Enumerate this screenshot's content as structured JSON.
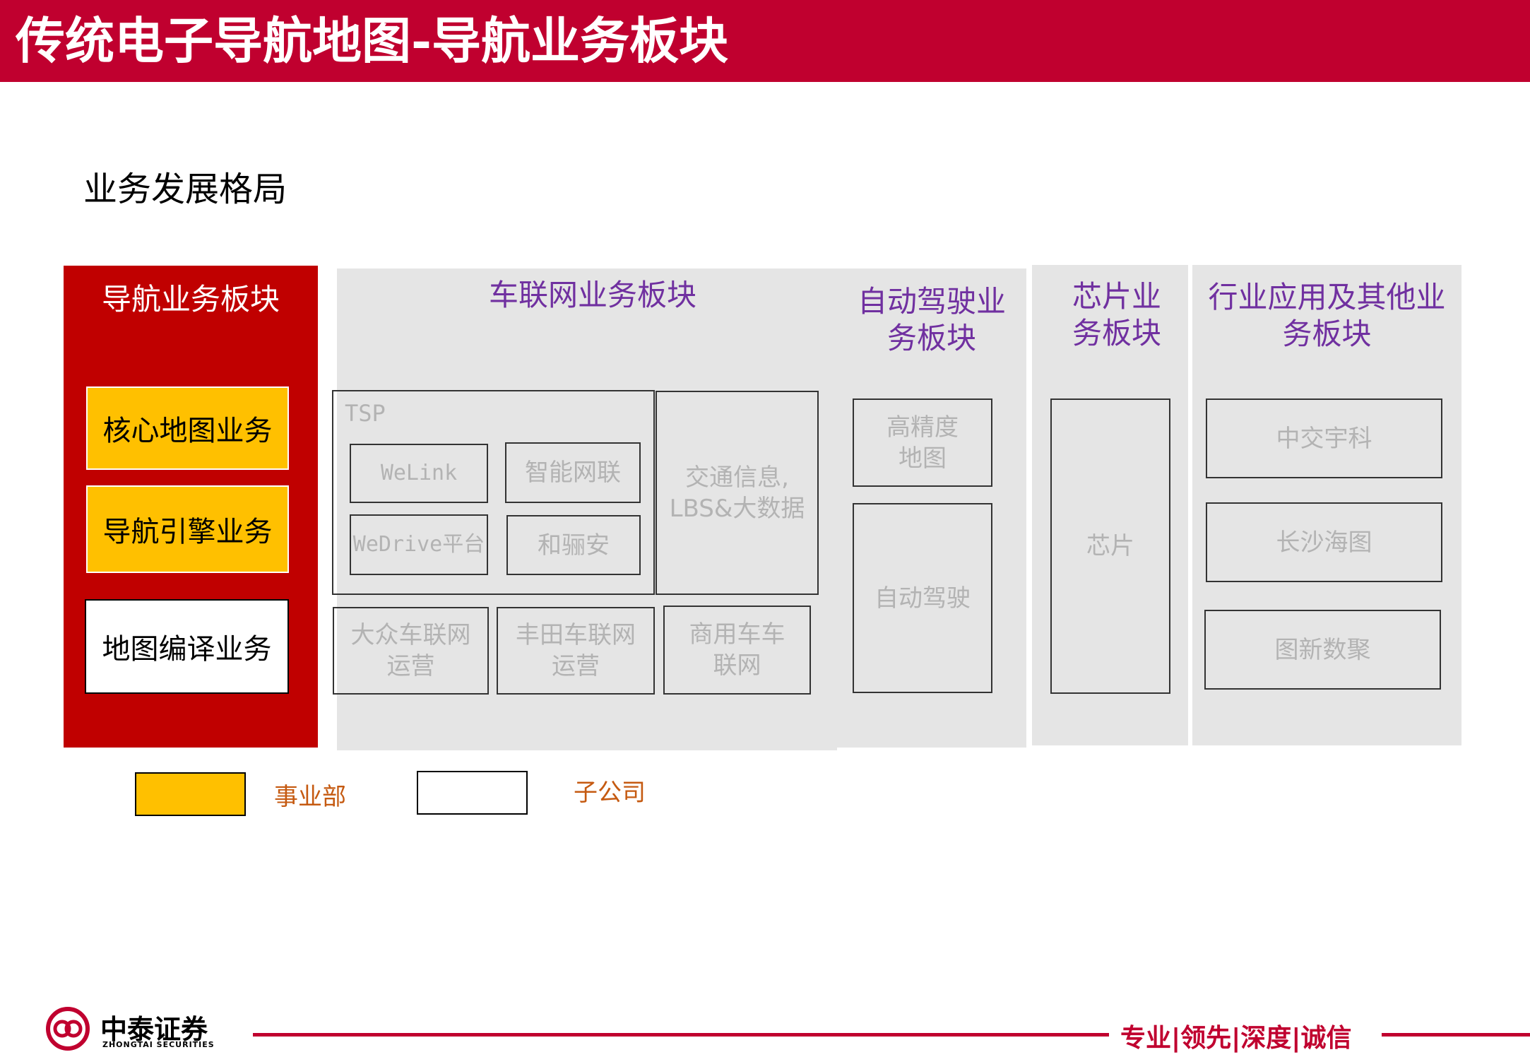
{
  "header": {
    "title": "传统电子导航地图-导航业务板块"
  },
  "subtitle": "业务发展格局",
  "panels": {
    "navigation": {
      "title": "导航业务板块",
      "items": [
        "核心地图业务",
        "导航引擎业务",
        "地图编译业务"
      ]
    },
    "telematics": {
      "title": "车联网业务板块",
      "tsp_label": "TSP",
      "tsp_items": [
        "WeLink",
        "智能网联",
        "WeDrive平台",
        "和骊安"
      ],
      "traffic": "交通信息,\nLBS&大数据",
      "bottom_items": [
        "大众车联网\n运营",
        "丰田车联网\n运营",
        "商用车车\n联网"
      ]
    },
    "autonomous": {
      "title": "自动驾驶业\n务板块",
      "items": [
        "高精度\n地图",
        "自动驾驶"
      ]
    },
    "chip": {
      "title": "芯片业\n务板块",
      "items": [
        "芯片"
      ]
    },
    "industry": {
      "title": "行业应用及其他业\n务板块",
      "items": [
        "中交宇科",
        "长沙海图",
        "图新数聚"
      ]
    }
  },
  "legend": {
    "division": "事业部",
    "subsidiary": "子公司"
  },
  "footer": {
    "logo_text": "中泰证券",
    "logo_sub": "ZHONGTAI SECURITIES",
    "slogan": "专业|领先|深度|诚信"
  },
  "colors": {
    "brand_red": "#c0002f",
    "panel_red": "#c00000",
    "division_yellow": "#ffc000",
    "panel_gray": "#e5e5e5",
    "title_purple": "#7030a0",
    "legend_orange": "#c55a11"
  }
}
